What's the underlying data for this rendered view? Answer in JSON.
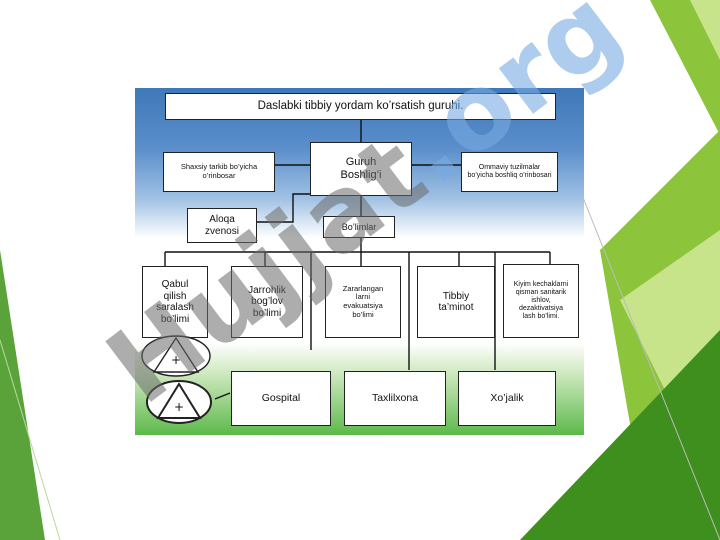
{
  "org_chart": {
    "title": "Daslabki tibbiy yordam ko’rsatish guruhi.",
    "leader": "Guruh Boshlig’i",
    "left_deputy": "Shaxsiy tarkib bo’yicha o’rinbosar",
    "right_deputy": "Ommaviy tuzilmalar bo’yicha boshliq o’rinbosari",
    "comm": "Aloqa zvenosi",
    "departments_hub": "Bo’limlar",
    "units": [
      "Qabul qilish saralash bo’limi",
      "Jarrohlik bog’lov bo’limi",
      "Zararlangan larni evakuatsiya bo’limi",
      "Tibbiy ta’minot",
      "Kiyim kechaklarni qisman sanitarik ishlov, dezaktivatsiya lash bo’limi."
    ],
    "bottom_units": [
      "Gospital",
      "Taxlilxona",
      "Xo’jalik"
    ],
    "symbols": [
      "+",
      "+"
    ]
  },
  "watermark": {
    "text_main": "Hujjat",
    "text_tail": ".org"
  },
  "colors": {
    "dark_green": "#3f8f1f",
    "mid_green": "#8cc43c",
    "light_green": "#c8e48a",
    "blue_top": "#3f78b8"
  }
}
